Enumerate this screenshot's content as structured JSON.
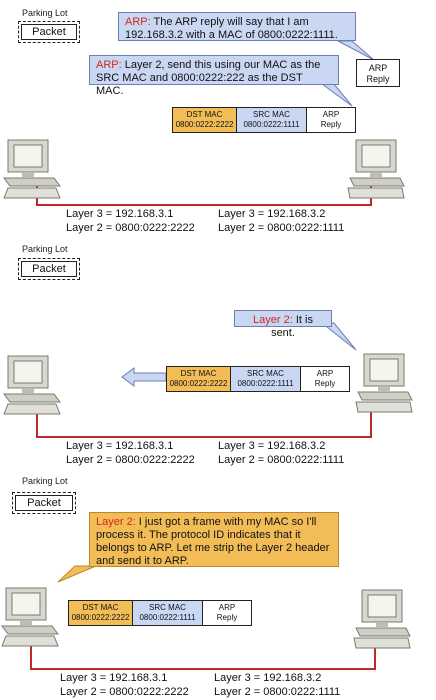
{
  "parking_lot_label": "Parking Lot",
  "packet_label": "Packet",
  "frame": {
    "dst_title": "DST MAC",
    "dst_value": "0800:0222:2222",
    "src_title": "SRC MAC",
    "src_value": "0800:0222:1111",
    "arp_line1": "ARP",
    "arp_line2": "Reply"
  },
  "hosts": {
    "left_l3": "Layer 3 = 192.168.3.1",
    "left_l2": "Layer 2 = 0800:0222:2222",
    "right_l3": "Layer 3 = 192.168.3.2",
    "right_l2": "Layer 2 = 0800:0222:1111"
  },
  "panel1": {
    "callout_top": {
      "tag": "ARP:",
      "text": " The ARP reply will say that I am 192.168.3.2 with a MAC of 0800:0222:1111."
    },
    "callout_mid": {
      "tag": "ARP:",
      "text": " Layer 2, send this using our MAC as the SRC MAC and 0800:0222:222 as the DST MAC."
    },
    "arp_reply_line1": "ARP",
    "arp_reply_line2": "Reply"
  },
  "panel2": {
    "callout": {
      "tag": "Layer 2:",
      "text": " It is sent."
    }
  },
  "panel3": {
    "callout": {
      "tag": "Layer 2:",
      "text": " I just got a frame with my MAC so I'll process it. The protocol ID indicates that it belongs to ARP. Let me strip the Layer 2 header and send it to ARP."
    }
  },
  "colors": {
    "callout_blue": "#c9d7f3",
    "callout_orange": "#f2bd57",
    "highlight_red": "#d0281c",
    "wire_red": "#c0282c"
  },
  "icons": [
    "computer-icon",
    "arrow-left-icon"
  ]
}
